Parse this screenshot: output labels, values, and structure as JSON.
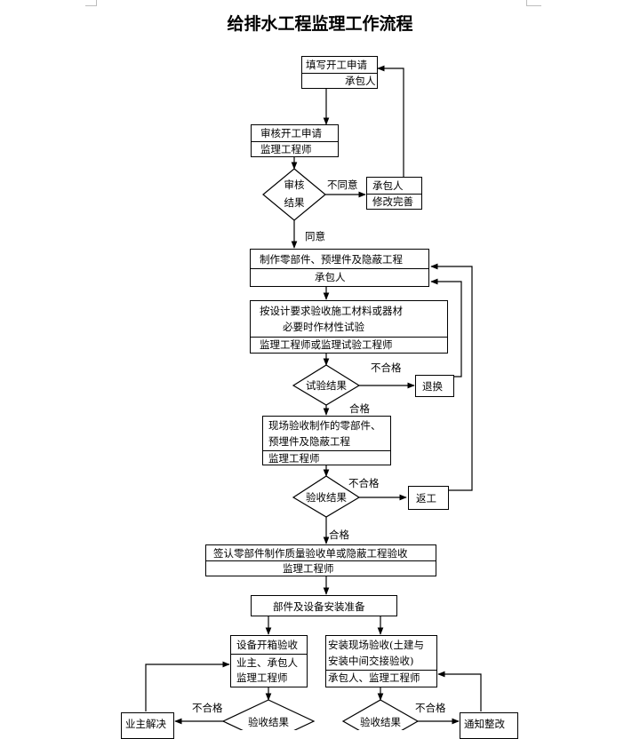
{
  "title": "给排水工程监理工作流程",
  "boxes": {
    "fill_application": {
      "task": "填写开工申请",
      "role": "承包人"
    },
    "review_application": {
      "task": "审核开工申请",
      "role": "监理工程师"
    },
    "revise_complete": {
      "role": "承包人",
      "task": "修改完善"
    },
    "fabricate_parts": {
      "task": "制作零部件、预埋件及隐蔽工程",
      "role": "承包人"
    },
    "accept_materials": {
      "line1": "按设计要求验收施工材料或器材",
      "line2": "必要时作材性试验",
      "role": "监理工程师或监理试验工程师"
    },
    "replace": {
      "label": "退换"
    },
    "site_acceptance": {
      "line1": "现场验收制作的零部件、",
      "line2": "预埋件及隐蔽工程",
      "role": "监理工程师"
    },
    "rework": {
      "label": "返工"
    },
    "sign_record": {
      "task": "签认零部件制作质量验收单或隐蔽工程验收",
      "role": "监理工程师"
    },
    "install_prep": {
      "label": "部件及设备安装准备"
    },
    "unbox_inspection": {
      "task": "设备开箱验收",
      "role1": "业主、承包人",
      "role2": "监理工程师"
    },
    "install_inspection": {
      "line1": "安装现场验收(土建与",
      "line2": "安装中间交接验收)",
      "role": "承包人、监理工程师"
    },
    "owner_resolve": {
      "label": "业主解决"
    },
    "notify_rectify": {
      "label": "通知整改"
    }
  },
  "decisions": {
    "review_result": {
      "line1": "审核",
      "line2": "结果"
    },
    "test_result": {
      "label": "试验结果"
    },
    "acceptance_result": {
      "label": "验收结果"
    },
    "left_result": {
      "label": "验收结果"
    },
    "right_result": {
      "label": "验收结果"
    }
  },
  "edge_labels": {
    "disagree": "不同意",
    "agree": "同意",
    "fail_test": "不合格",
    "pass_test": "合格",
    "fail_acceptance": "不合格",
    "pass_acceptance": "合格",
    "fail_left": "不合格",
    "fail_right": "不合格"
  }
}
